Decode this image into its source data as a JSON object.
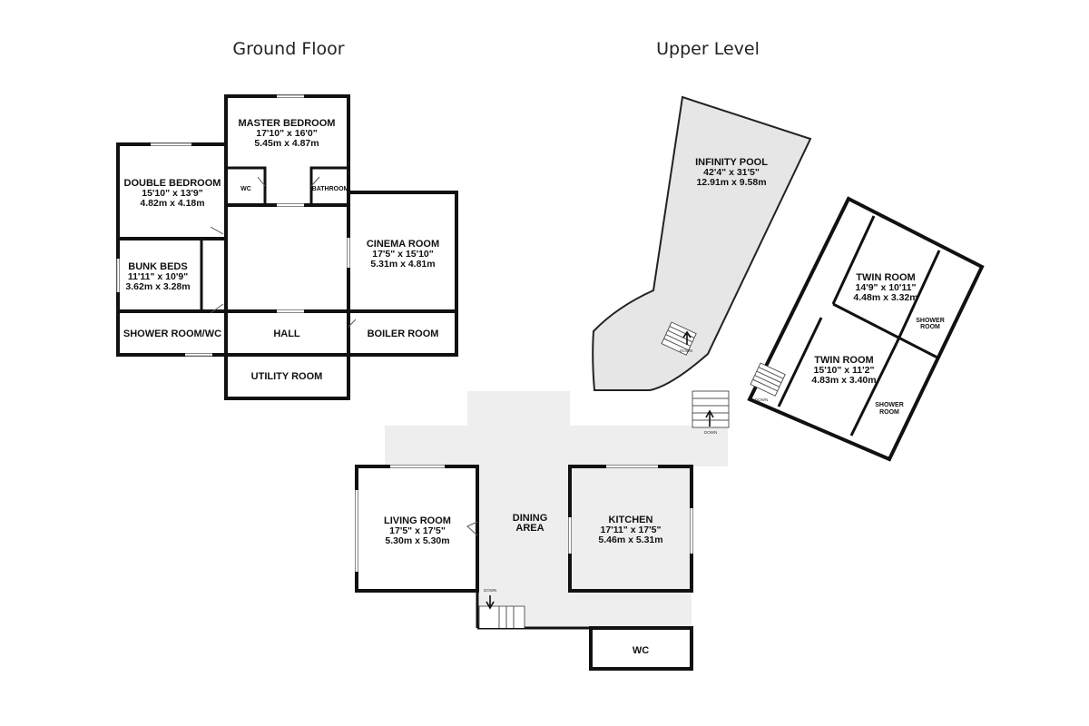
{
  "headings": {
    "ground": "Ground Floor",
    "upper": "Upper Level"
  },
  "rooms": {
    "master_bedroom": {
      "name": "MASTER BEDROOM",
      "imperial": "17'10\"  x 16'0\"",
      "metric": "5.45m  x 4.87m"
    },
    "double_bedroom": {
      "name": "DOUBLE BEDROOM",
      "imperial": "15'10\"  x 13'9\"",
      "metric": "4.82m  x 4.18m"
    },
    "bunk_beds": {
      "name": "BUNK BEDS",
      "imperial": "11'11\"  x 10'9\"",
      "metric": "3.62m  x 3.28m"
    },
    "cinema_room": {
      "name": "CINEMA ROOM",
      "imperial": "17'5\"  x 15'10\"",
      "metric": "5.31m  x 4.81m"
    },
    "wc_ground": {
      "name": "WC"
    },
    "bathroom": {
      "name": "BATHROOM"
    },
    "shower_room_wc": {
      "name": "SHOWER ROOM/WC"
    },
    "hall": {
      "name": "HALL"
    },
    "boiler_room": {
      "name": "BOILER ROOM"
    },
    "utility_room": {
      "name": "UTILITY ROOM"
    },
    "infinity_pool": {
      "name": "INFINITY POOL",
      "imperial": "42'4\"  x 31'5\"",
      "metric": "12.91m  x 9.58m"
    },
    "twin_room_1": {
      "name": "TWIN ROOM",
      "imperial": "14'9\"  x 10'11\"",
      "metric": "4.48m  x 3.32m"
    },
    "twin_room_2": {
      "name": "TWIN ROOM",
      "imperial": "15'10\"  x 11'2\"",
      "metric": "4.83m  x 3.40m"
    },
    "shower_room_1": {
      "line1": "SHOWER",
      "line2": "ROOM"
    },
    "shower_room_2": {
      "line1": "SHOWER",
      "line2": "ROOM"
    },
    "living_room": {
      "name": "LIVING ROOM",
      "imperial": "17'5\"  x 17'5\"",
      "metric": "5.30m  x 5.30m"
    },
    "dining_area": {
      "line1": "DINING",
      "line2": "AREA"
    },
    "kitchen": {
      "name": "KITCHEN",
      "imperial": "17'11\"  x 17'5\"",
      "metric": "5.46m  x 5.31m"
    },
    "wc_lower": {
      "name": "WC"
    }
  },
  "stairs": {
    "pool_label": "DOWN",
    "twin_label": "DOWN",
    "terrace_label": "DOWN",
    "living_label": "DOWN"
  },
  "colors": {
    "wall": "#111111",
    "floor_area": "#eeeeee",
    "pool": "#e6e6e6"
  }
}
